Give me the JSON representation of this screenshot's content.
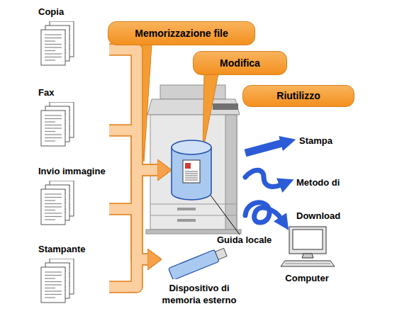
{
  "diagram": {
    "nodes": [
      {
        "text": [
          "Memorizzazione file"
        ]
      },
      {
        "text": [
          "Modifica"
        ]
      },
      {
        "text": [
          "Riutilizzo"
        ]
      },
      {
        "text": [
          "Copia"
        ]
      },
      {
        "text": [
          "Fax"
        ]
      },
      {
        "text": [
          "Invio immagine"
        ]
      },
      {
        "text": [
          "Stampante"
        ]
      },
      {
        "text": [
          "Guida locale"
        ]
      },
      {
        "text": [
          "Dispositivo di memoria esterno"
        ]
      },
      {
        "text": [
          "Computer"
        ]
      }
    ],
    "edges": [
      {
        "from": 3,
        "to": 7,
        "arrow": "to"
      },
      {
        "from": 4,
        "to": 7,
        "arrow": "to"
      },
      {
        "from": 5,
        "to": 7,
        "arrow": "to"
      },
      {
        "from": 6,
        "to": 7,
        "arrow": "to"
      },
      {
        "from": 3,
        "to": 8,
        "arrow": "to"
      },
      {
        "from": 4,
        "to": 8,
        "arrow": "to"
      },
      {
        "from": 5,
        "to": 8,
        "arrow": "to"
      },
      {
        "from": 6,
        "to": 8,
        "arrow": "to"
      }
    ],
    "labels": [
      "Stampa",
      "Metodo di",
      "Download"
    ]
  }
}
